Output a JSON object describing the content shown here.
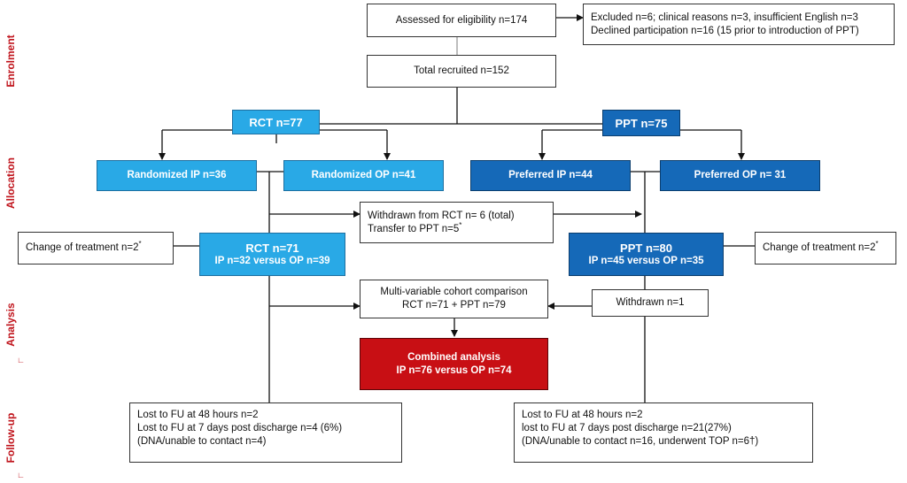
{
  "sections": {
    "enrolment": "Enrolment",
    "allocation": "Allocation",
    "analysis": "Analysis",
    "followup": "Follow-up"
  },
  "eligibility": "Assessed for eligibility n=174",
  "excluded": {
    "line1": "Excluded n=6; clinical reasons n=3, insufficient English n=3",
    "line2": "Declined participation n=16 (15 prior to introduction of PPT)"
  },
  "recruited": "Total recruited n=152",
  "rct": "RCT n=77",
  "ppt": "PPT n=75",
  "randomized_ip": "Randomized IP n=36",
  "randomized_op": "Randomized OP n=41",
  "preferred_ip": "Preferred IP n=44",
  "preferred_op": "Preferred OP n= 31",
  "withdrawn_rct": {
    "line1": "Withdrawn from RCT n= 6 (total)",
    "line2": "Transfer to PPT n=5",
    "mark": "*"
  },
  "change_left": {
    "text": "Change of treatment n=2",
    "mark": "*"
  },
  "change_right": {
    "text": "Change of treatment n=2",
    "mark": "*"
  },
  "rct71": {
    "title": "RCT n=71",
    "sub": "IP n=32 versus OP n=39"
  },
  "ppt80": {
    "title": "PPT n=80",
    "sub": "IP n=45 versus OP n=35"
  },
  "cohort": {
    "line1": "Multi-variable cohort comparison",
    "line2": "RCT n=71 + PPT n=79"
  },
  "withdrawn1": "Withdrawn n=1",
  "combined": {
    "line1": "Combined analysis",
    "line2": "IP n=76 versus OP n=74"
  },
  "lost_left": {
    "line1": "Lost to FU at 48 hours n=2",
    "line2": "Lost to FU at 7 days post discharge n=4 (6%)",
    "line3": "(DNA/unable to contact n=4)"
  },
  "lost_right": {
    "line1": "Lost to FU at 48 hours n=2",
    "line2": "lost to FU at 7 days post discharge n=21(27%)",
    "line3": "(DNA/unable to contact n=16, underwent TOP n=6†)"
  },
  "colors": {
    "light_blue": "#29a9e6",
    "dark_blue": "#1569b8",
    "red": "#c80f14",
    "section_red": "#c0141c"
  }
}
